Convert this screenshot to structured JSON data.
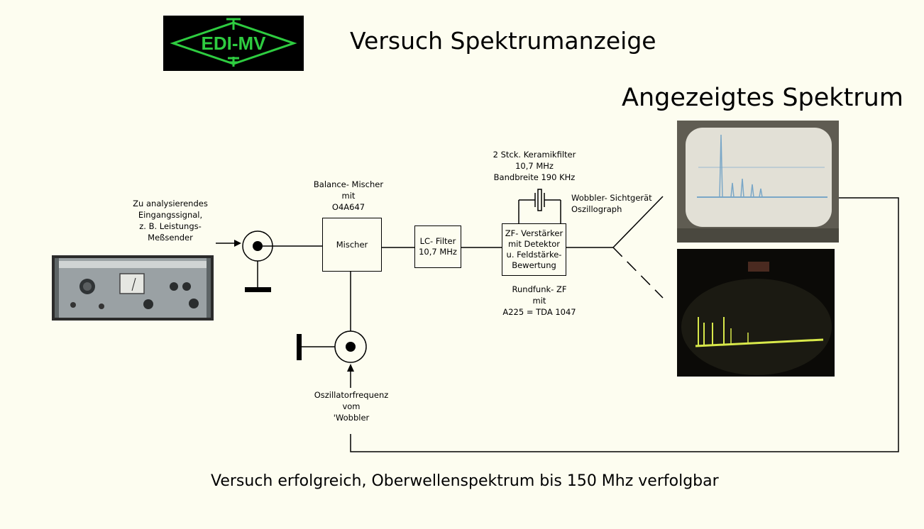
{
  "logo": {
    "text": "EDI-MV",
    "bg": "#000000",
    "color": "#2ecc40"
  },
  "title": "Versuch Spektrumanzeige",
  "spectrum_heading": "Angezeigtes Spektrum",
  "labels": {
    "input_signal": "Zu  analysierendes\nEingangssignal,\nz. B. Leistungs-\nMeßsender",
    "mixer_top": "Balance- Mischer\nmit\nO4A647",
    "filter_top": "2 Stck. Keramikfilter\n10,7 MHz\nBandbreite 190 KHz",
    "scope": "Wobbler- Sichtgerät\nOszillograph",
    "if_bottom": "Rundfunk- ZF\nmit\nA225 = TDA 1047",
    "oscillator": "Oszillatorfrequenz\nvom\n'Wobbler"
  },
  "blocks": {
    "mixer": "Mischer",
    "lc_filter": "LC- Filter\n10,7 MHz",
    "if_amp": "ZF- Verstärker\nmit Detektor\nu. Feldstärke-\nBewertung"
  },
  "footer": "Versuch erfolgreich, Oberwellenspektrum bis 150 Mhz verfolgbar"
}
